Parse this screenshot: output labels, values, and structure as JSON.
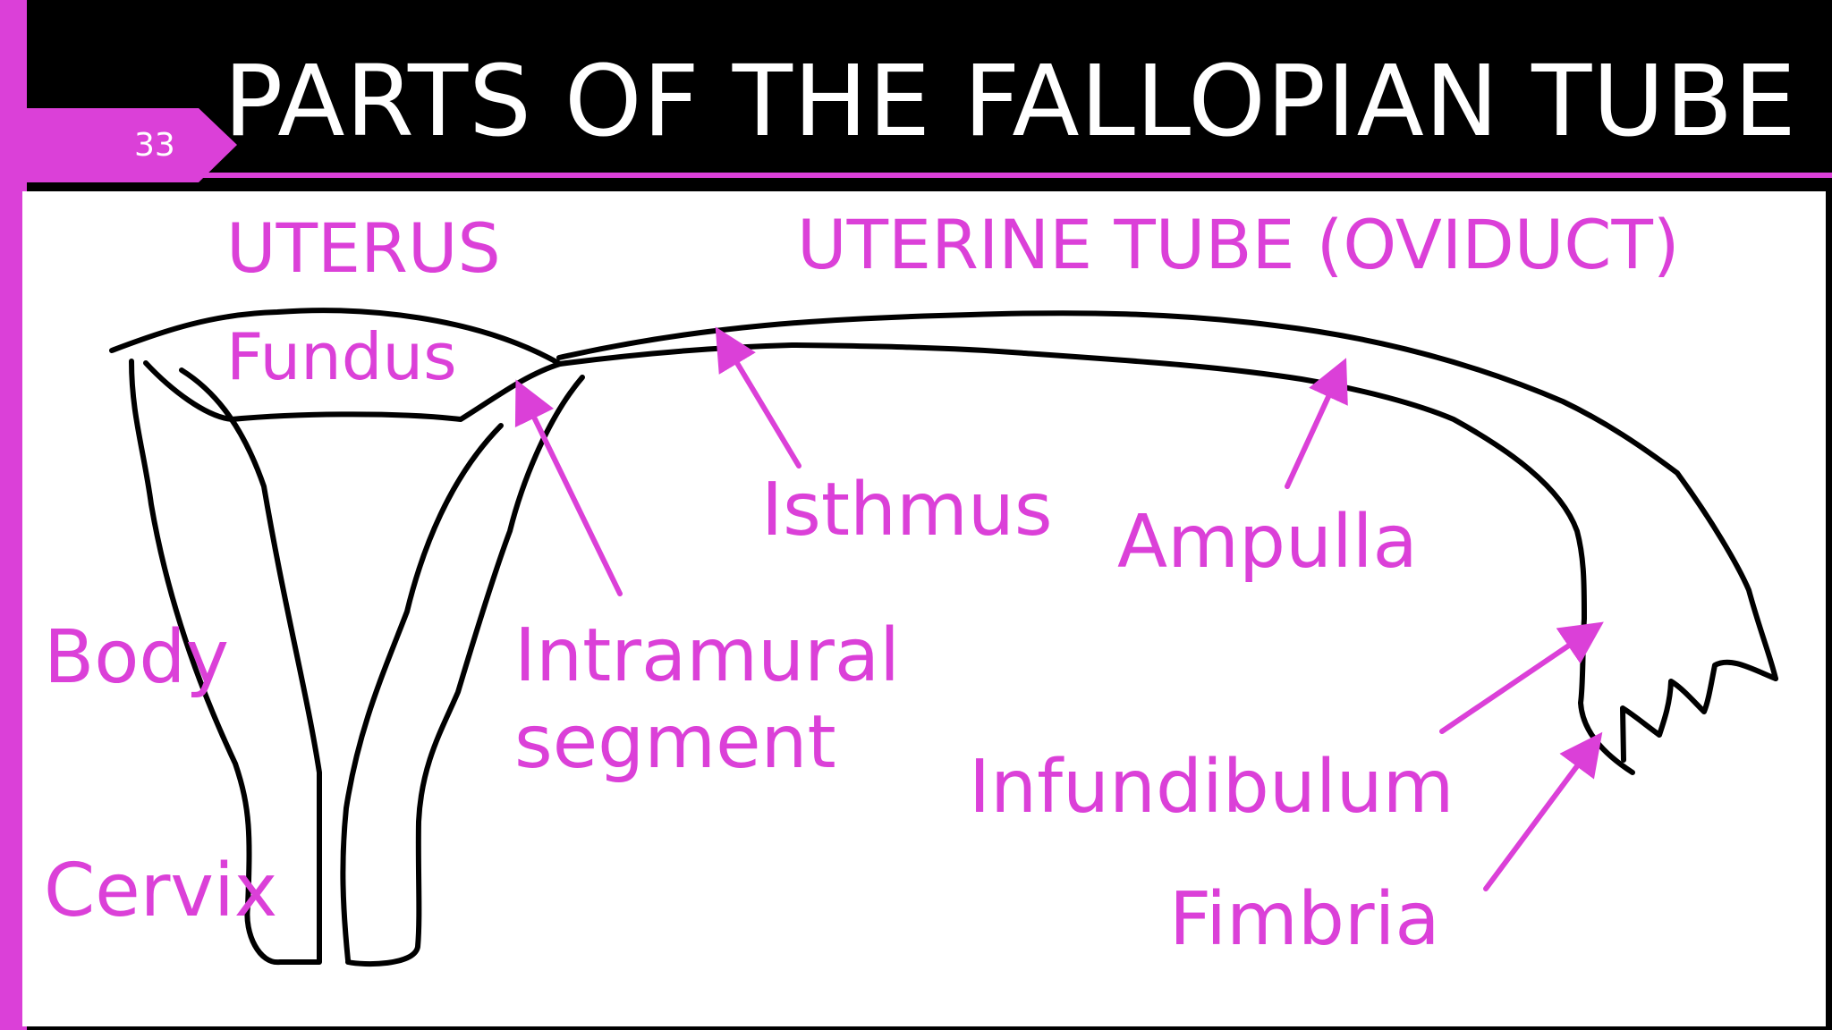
{
  "slide": {
    "title": "PARTS OF THE FALLOPIAN TUBE",
    "page_number": "33"
  },
  "labels": {
    "uterus": "UTERUS",
    "uterine_tube": "UTERINE TUBE (OVIDUCT)",
    "fundus": "Fundus",
    "isthmus": "Isthmus",
    "ampulla": "Ampulla",
    "body": "Body",
    "intramural_line1": "Intramural",
    "intramural_line2": "segment",
    "infundibulum": "Infundibulum",
    "cervix": "Cervix",
    "fimbria": "Fimbria"
  },
  "colors": {
    "accent": "#db40d8",
    "background": "#000000",
    "panel": "#ffffff",
    "line": "#000000"
  }
}
